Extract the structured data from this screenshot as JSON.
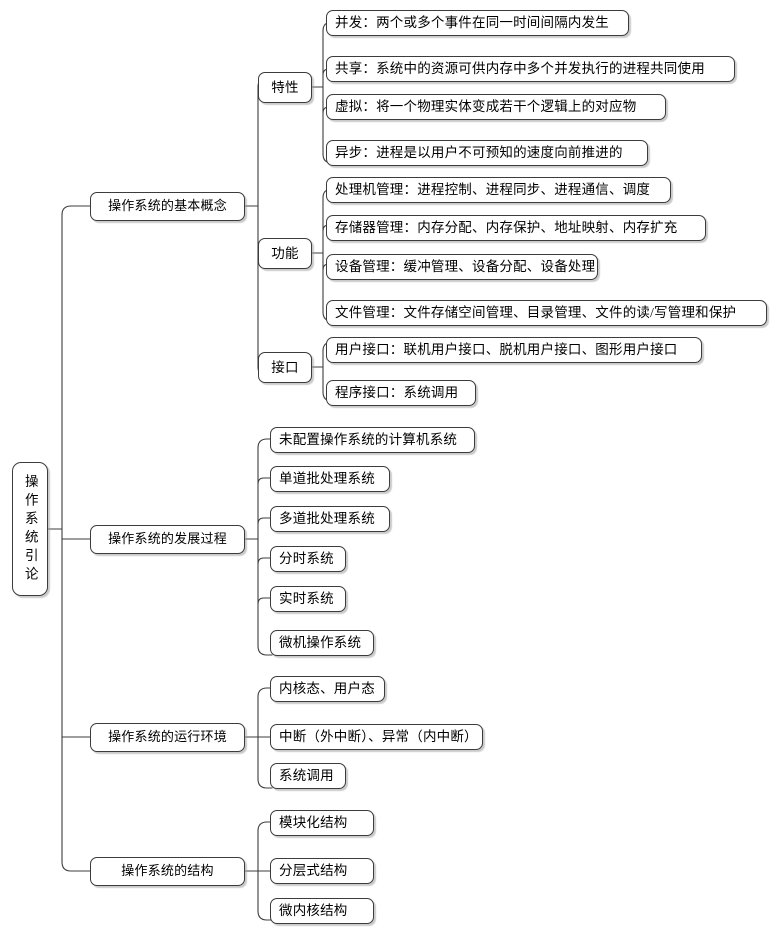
{
  "diagram": {
    "title": "操作系统引论",
    "type": "mind-map",
    "root": {
      "label": "操作系统引论"
    },
    "branches": [
      {
        "label": "操作系统的基本概念",
        "children": [
          {
            "label": "特性",
            "children": [
              {
                "label": "并发：两个或多个事件在同一时间间隔内发生"
              },
              {
                "label": "共享：系统中的资源可供内存中多个并发执行的进程共同使用"
              },
              {
                "label": "虚拟：将一个物理实体变成若干个逻辑上的对应物"
              },
              {
                "label": "异步：进程是以用户不可预知的速度向前推进的"
              }
            ]
          },
          {
            "label": "功能",
            "children": [
              {
                "label": "处理机管理：进程控制、进程同步、进程通信、调度"
              },
              {
                "label": "存储器管理：内存分配、内存保护、地址映射、内存扩充"
              },
              {
                "label": "设备管理：缓冲管理、设备分配、设备处理"
              },
              {
                "label": "文件管理：文件存储空间管理、目录管理、文件的读/写管理和保护"
              }
            ]
          },
          {
            "label": "接口",
            "children": [
              {
                "label": "用户接口：联机用户接口、脱机用户接口、图形用户接口"
              },
              {
                "label": "程序接口：系统调用"
              }
            ]
          }
        ]
      },
      {
        "label": "操作系统的发展过程",
        "children": [
          {
            "label": "未配置操作系统的计算机系统"
          },
          {
            "label": "单道批处理系统"
          },
          {
            "label": "多道批处理系统"
          },
          {
            "label": "分时系统"
          },
          {
            "label": "实时系统"
          },
          {
            "label": "微机操作系统"
          }
        ]
      },
      {
        "label": "操作系统的运行环境",
        "children": [
          {
            "label": "内核态、用户态"
          },
          {
            "label": "中断（外中断）、异常（内中断）"
          },
          {
            "label": "系统调用"
          }
        ]
      },
      {
        "label": "操作系统的结构",
        "children": [
          {
            "label": "模块化结构"
          },
          {
            "label": "分层式结构"
          },
          {
            "label": "微内核结构"
          }
        ]
      }
    ],
    "colors": {
      "border": "#3c3c3c",
      "background": "#ffffff",
      "text": "#000000",
      "link": "#3c3c3c",
      "shadow": "#a0a0a0"
    }
  }
}
